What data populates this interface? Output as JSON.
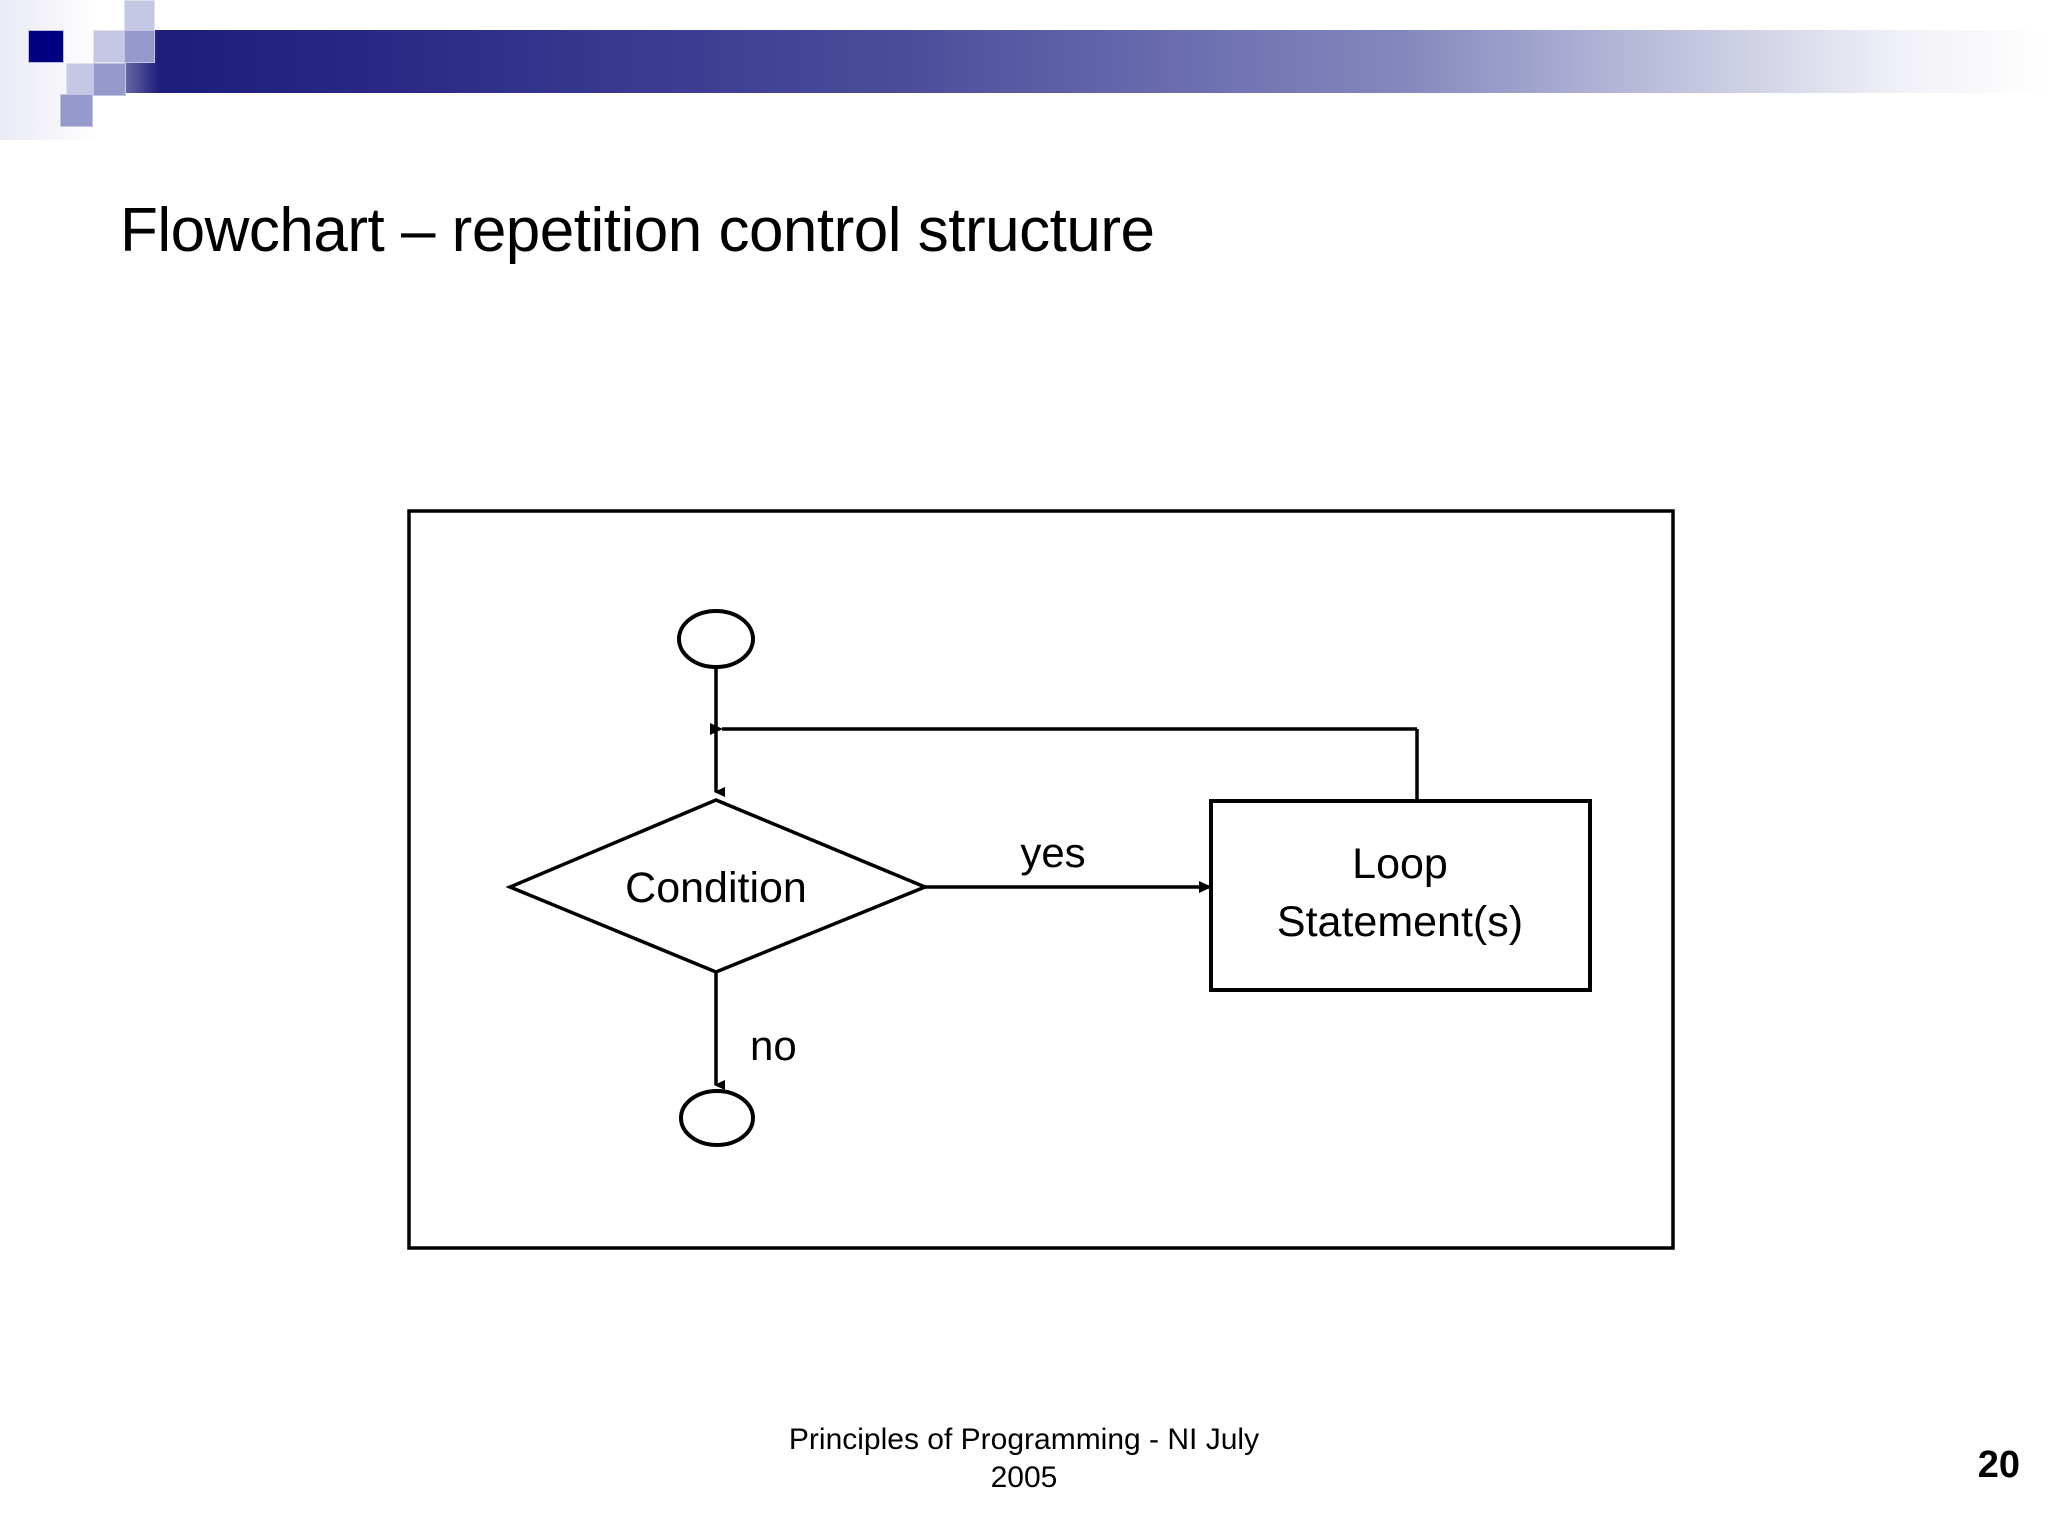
{
  "slide": {
    "title": "Flowchart – repetition control structure",
    "page_number": "20",
    "footer_line1": "Principles of Programming - NI July",
    "footer_line2": "2005",
    "accent_color": "#000080",
    "bar_gradient_from": "#1d1d7a",
    "bar_gradient_to": "#ffffff"
  },
  "flowchart": {
    "frame_label": "flowchart-frame",
    "start_node": "",
    "decision_label": "Condition",
    "yes_label": "yes",
    "no_label": "no",
    "process_line1": "Loop",
    "process_line2": "Statement(s)",
    "end_node": ""
  }
}
